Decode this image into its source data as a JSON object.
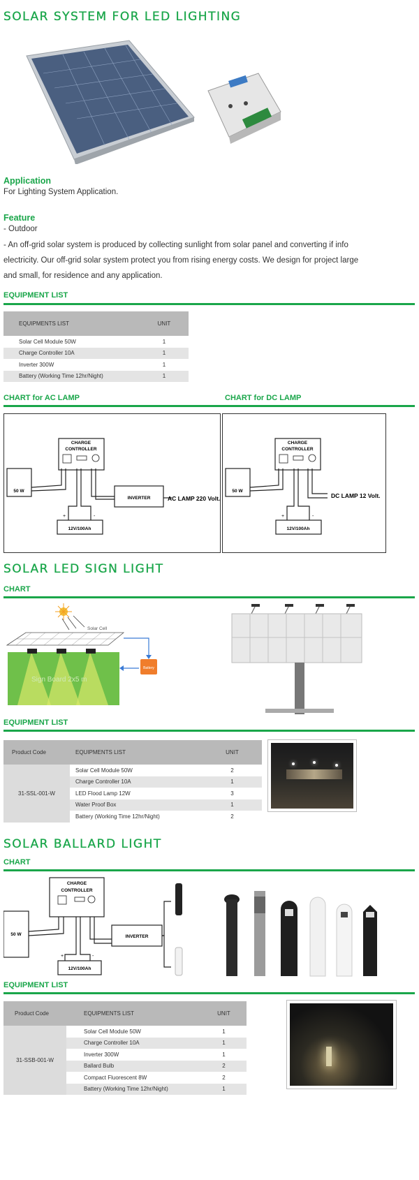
{
  "section1": {
    "title": "SOLAR SYSTEM FOR LED LIGHTING",
    "application_heading": "Application",
    "application_text": "For Lighting System Application.",
    "feature_heading": "Feature",
    "feature_items": [
      "- Outdoor",
      "- An off-grid solar system is produced by collecting sunlight from solar panel and converting if info",
      " electricity. Our off-grid solar system protect you from rising energy costs. We design for project large",
      " and small, for residence and any application."
    ],
    "equipment_heading": "EQUIPMENT LIST",
    "table_headers": [
      "EQUIPMENTS LIST",
      "UNIT"
    ],
    "table_rows": [
      {
        "item": "Solar Cell Module 50W",
        "unit": "1"
      },
      {
        "item": "Charge Controller 10A",
        "unit": "1"
      },
      {
        "item": "Inverter 300W",
        "unit": "1"
      },
      {
        "item": "Battery (Working Time 12hr/Night)",
        "unit": "1"
      }
    ],
    "ac_chart_heading": "CHART for AC LAMP",
    "dc_chart_heading": "CHART for DC LAMP",
    "diagram": {
      "charge_label_1": "CHARGE",
      "charge_label_2": "CONTROLLER",
      "panel": "50 W",
      "battery": "12V/100Ah",
      "inverter": "INVERTER",
      "ac_lamp": "AC LAMP 220 Volt.",
      "dc_lamp": "DC LAMP 12 Volt.",
      "plus": "+",
      "minus": "-"
    }
  },
  "section2": {
    "title": "SOLAR LED SIGN LIGHT",
    "chart_heading": "CHART",
    "solar_cell_label": "Solar Cell",
    "battery_label": "Battery",
    "sign_board_label": "Sign Board 2x5 m",
    "equipment_heading": "EQUIPMENT LIST",
    "table_headers": [
      "Product Code",
      "EQUIPMENTS LIST",
      "UNIT"
    ],
    "product_code": "31-SSL-001-W",
    "table_rows": [
      {
        "item": "Solar Cell Module 50W",
        "unit": "2"
      },
      {
        "item": "Charge Controller 10A",
        "unit": "1"
      },
      {
        "item": "LED Flood Lamp 12W",
        "unit": "3"
      },
      {
        "item": "Water Proof Box",
        "unit": "1"
      },
      {
        "item": "Battery (Working Time 12hr/Night)",
        "unit": "2"
      }
    ]
  },
  "section3": {
    "title": "SOLAR BALLARD LIGHT",
    "chart_heading": "CHART",
    "equipment_heading": "EQUIPMENT LIST",
    "table_headers": [
      "Product Code",
      "EQUIPMENTS LIST",
      "UNIT"
    ],
    "product_code": "31-SSB-001-W",
    "table_rows": [
      {
        "item": "Solar Cell Module 50W",
        "unit": "1"
      },
      {
        "item": "Charge Controller 10A",
        "unit": "1"
      },
      {
        "item": "Inverter 300W",
        "unit": "1"
      },
      {
        "item": "Ballard Bulb",
        "unit": "2"
      },
      {
        "item": "Compact Fluorescent 8W",
        "unit": "2"
      },
      {
        "item": "Battery (Working Time 12hr/Night)",
        "unit": "1"
      }
    ]
  },
  "colors": {
    "accent": "#1aa64a",
    "table_header": "#b9b9b9",
    "sign_board": "#6fc04a",
    "battery": "#f07d2b"
  }
}
